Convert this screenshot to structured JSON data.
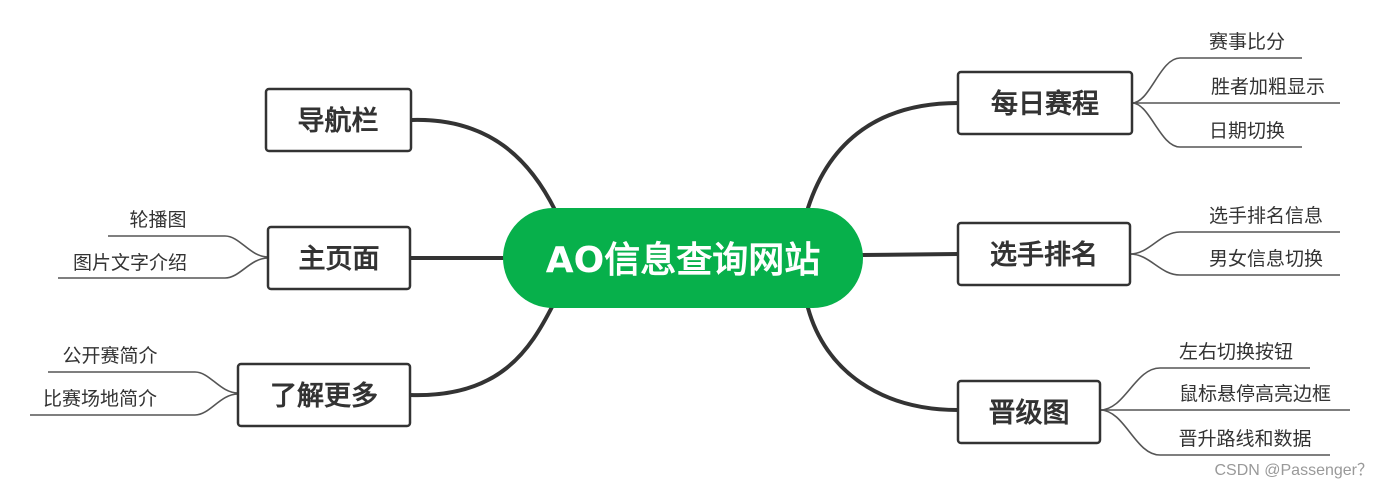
{
  "center": {
    "label": "AO信息查询网站",
    "color": "#07b04b"
  },
  "branches": {
    "nav": {
      "label": "导航栏",
      "children": []
    },
    "home": {
      "label": "主页面",
      "children": [
        "轮播图",
        "图片文字介绍"
      ]
    },
    "more": {
      "label": "了解更多",
      "children": [
        "公开赛简介",
        "比赛场地简介"
      ]
    },
    "schedule": {
      "label": "每日赛程",
      "children": [
        "赛事比分",
        "胜者加粗显示",
        "日期切换"
      ]
    },
    "ranking": {
      "label": "选手排名",
      "children": [
        "选手排名信息",
        "男女信息切换"
      ]
    },
    "bracket": {
      "label": "晋级图",
      "children": [
        "左右切换按钮",
        "鼠标悬停高亮边框",
        "晋升路线和数据"
      ]
    }
  },
  "watermark": "CSDN @Passenger？",
  "colors": {
    "line": "#333333",
    "leaf_line": "#555555",
    "box_border": "#333333"
  }
}
